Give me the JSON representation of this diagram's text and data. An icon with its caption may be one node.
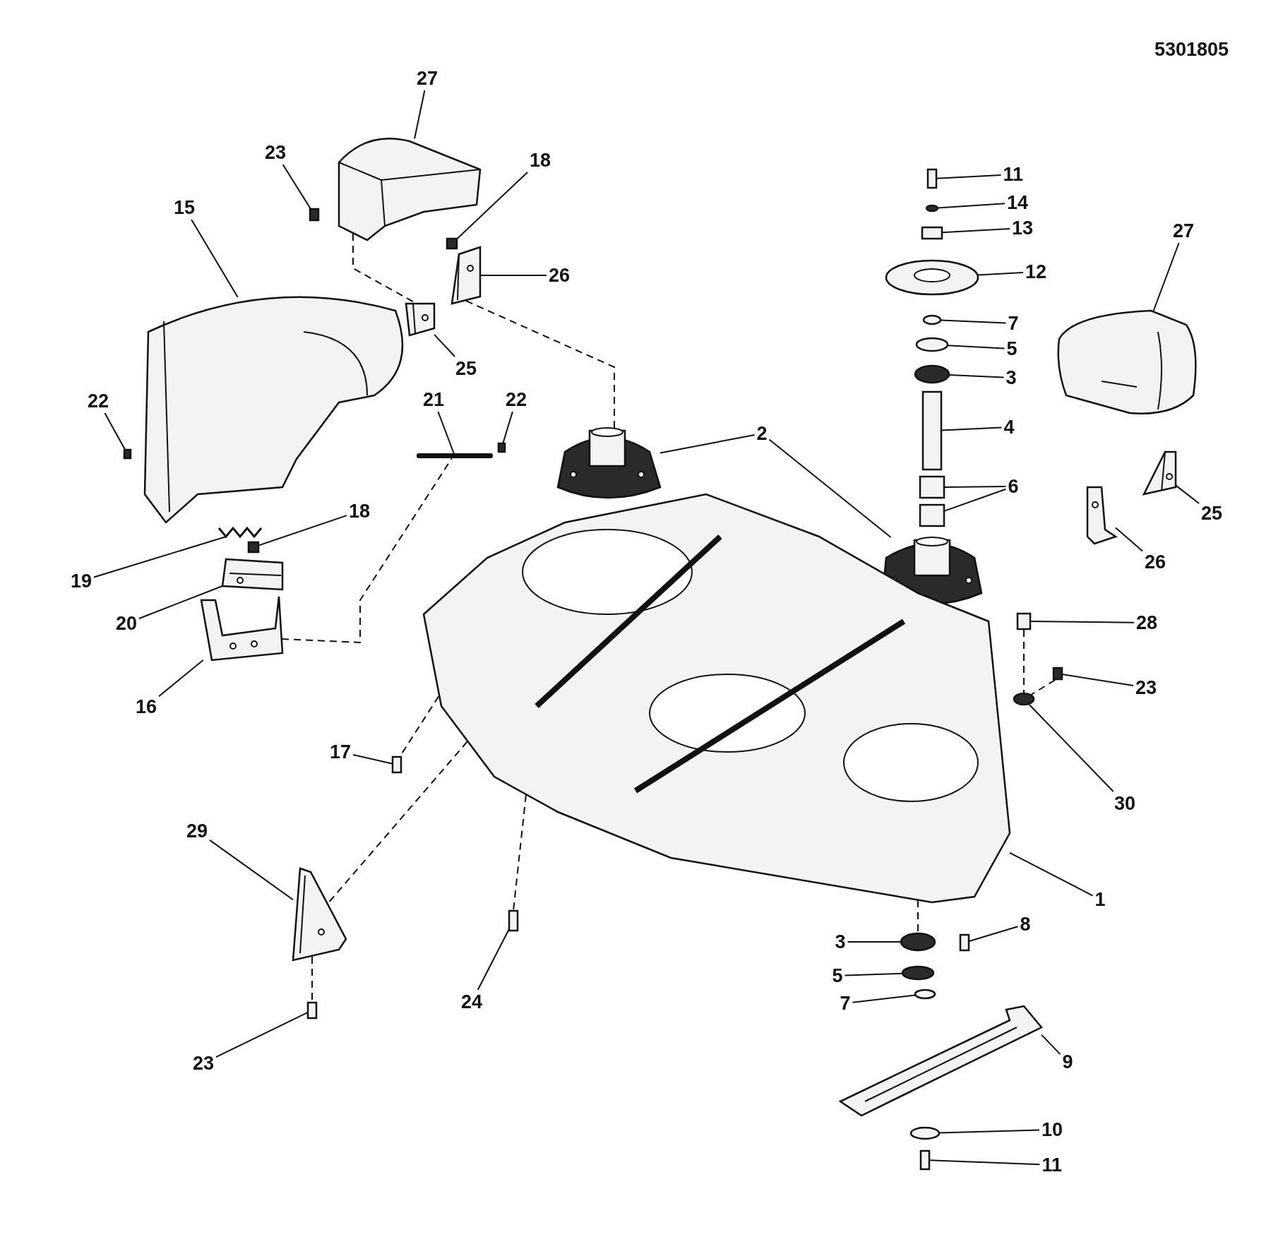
{
  "diagram": {
    "nodes": [
      {
        "text": [
          "27"
        ]
      },
      {
        "text": [
          "23"
        ]
      },
      {
        "text": [
          "18"
        ]
      },
      {
        "text": [
          "11"
        ]
      },
      {
        "text": [
          "14"
        ]
      },
      {
        "text": [
          "15"
        ]
      },
      {
        "text": [
          "13"
        ]
      },
      {
        "text": [
          "27"
        ]
      },
      {
        "text": [
          "12"
        ]
      },
      {
        "text": [
          "26"
        ]
      },
      {
        "text": [
          "7"
        ]
      },
      {
        "text": [
          "5"
        ]
      },
      {
        "text": [
          "25"
        ]
      },
      {
        "text": [
          "3"
        ]
      },
      {
        "text": [
          "22"
        ]
      },
      {
        "text": [
          "21"
        ]
      },
      {
        "text": [
          "22"
        ]
      },
      {
        "text": [
          "4"
        ]
      },
      {
        "text": [
          "2"
        ]
      },
      {
        "text": [
          "6"
        ]
      },
      {
        "text": [
          "18"
        ]
      },
      {
        "text": [
          "25"
        ]
      },
      {
        "text": [
          "26"
        ]
      },
      {
        "text": [
          "19"
        ]
      },
      {
        "text": [
          "28"
        ]
      },
      {
        "text": [
          "20"
        ]
      },
      {
        "text": [
          "23"
        ]
      },
      {
        "text": [
          "16"
        ]
      },
      {
        "text": [
          "17"
        ]
      },
      {
        "text": [
          "30"
        ]
      },
      {
        "text": [
          "29"
        ]
      },
      {
        "text": [
          "1"
        ]
      },
      {
        "text": [
          "8"
        ]
      },
      {
        "text": [
          "3"
        ]
      },
      {
        "text": [
          "5"
        ]
      },
      {
        "text": [
          "24"
        ]
      },
      {
        "text": [
          "7"
        ]
      },
      {
        "text": [
          "9"
        ]
      },
      {
        "text": [
          "23"
        ]
      },
      {
        "text": [
          "10"
        ]
      },
      {
        "text": [
          "11"
        ]
      },
      {
        "text": [],
        "shape": "picture"
      },
      {
        "text": [],
        "shape": "box"
      },
      {
        "text": [],
        "shape": "box"
      },
      {
        "text": [],
        "shape": "box"
      },
      {
        "text": [],
        "shape": "circle"
      },
      {
        "text": [],
        "shape": "picture"
      },
      {
        "text": [],
        "shape": "box"
      },
      {
        "text": [],
        "shape": "picture"
      },
      {
        "text": [],
        "shape": "picture"
      },
      {
        "text": [],
        "shape": "picture"
      },
      {
        "text": [],
        "shape": "circle"
      },
      {
        "text": [],
        "shape": "circle"
      },
      {
        "text": [],
        "shape": "picture"
      },
      {
        "text": [],
        "shape": "circle"
      },
      {
        "text": [],
        "shape": "box"
      },
      {
        "text": [],
        "shape": "bar"
      },
      {
        "text": [],
        "shape": "box"
      },
      {
        "text": [],
        "shape": "box"
      },
      {
        "text": [],
        "shape": "picture"
      },
      {
        "text": [],
        "shape": "picture"
      },
      {
        "text": [],
        "shape": "box"
      },
      {
        "text": [],
        "shape": "box"
      },
      {
        "text": [],
        "shape": "box"
      },
      {
        "text": [],
        "shape": "picture"
      },
      {
        "text": [],
        "shape": "picture"
      },
      {
        "text": [],
        "shape": "picture"
      },
      {
        "text": [],
        "shape": "box"
      },
      {
        "text": [],
        "shape": "picture"
      },
      {
        "text": [],
        "shape": "box"
      },
      {
        "text": [],
        "shape": "picture"
      },
      {
        "text": [],
        "shape": "box"
      },
      {
        "text": [],
        "shape": "circle"
      },
      {
        "text": [],
        "shape": "picture"
      },
      {
        "text": [],
        "shape": "picture"
      },
      {
        "text": [],
        "shape": "box"
      },
      {
        "text": [],
        "shape": "circle"
      },
      {
        "text": [],
        "shape": "circle"
      },
      {
        "text": [],
        "shape": "box"
      },
      {
        "text": [],
        "shape": "circle"
      },
      {
        "text": [],
        "shape": "picture"
      },
      {
        "text": [],
        "shape": "box"
      },
      {
        "text": [],
        "shape": "circle"
      },
      {
        "text": [],
        "shape": "box"
      }
    ],
    "edges": [
      {
        "from": 0,
        "to": 41,
        "arrow": "none"
      },
      {
        "from": 1,
        "to": 42,
        "arrow": "none"
      },
      {
        "from": 2,
        "to": 43,
        "arrow": "none"
      },
      {
        "from": 3,
        "to": 44,
        "arrow": "none"
      },
      {
        "from": 4,
        "to": 45,
        "arrow": "none"
      },
      {
        "from": 5,
        "to": 46,
        "arrow": "none"
      },
      {
        "from": 6,
        "to": 47,
        "arrow": "none"
      },
      {
        "from": 7,
        "to": 48,
        "arrow": "none"
      },
      {
        "from": 8,
        "to": 49,
        "arrow": "none"
      },
      {
        "from": 9,
        "to": 50,
        "arrow": "none"
      },
      {
        "from": 10,
        "to": 51,
        "arrow": "none"
      },
      {
        "from": 11,
        "to": 52,
        "arrow": "none"
      },
      {
        "from": 12,
        "to": 53,
        "arrow": "none"
      },
      {
        "from": 13,
        "to": 54,
        "arrow": "none"
      },
      {
        "from": 14,
        "to": 55,
        "arrow": "none"
      },
      {
        "from": 15,
        "to": 56,
        "arrow": "none"
      },
      {
        "from": 16,
        "to": 57,
        "arrow": "none"
      },
      {
        "from": 17,
        "to": 58,
        "arrow": "none"
      },
      {
        "from": 18,
        "to": 59,
        "arrow": "none"
      },
      {
        "from": 18,
        "to": 60,
        "arrow": "none"
      },
      {
        "from": 19,
        "to": 61,
        "arrow": "none"
      },
      {
        "from": 19,
        "to": 62,
        "arrow": "none"
      },
      {
        "from": 20,
        "to": 63,
        "arrow": "none"
      },
      {
        "from": 21,
        "to": 64,
        "arrow": "none"
      },
      {
        "from": 22,
        "to": 65,
        "arrow": "none"
      },
      {
        "from": 23,
        "to": 66,
        "arrow": "none"
      },
      {
        "from": 24,
        "to": 67,
        "arrow": "none"
      },
      {
        "from": 25,
        "to": 68,
        "arrow": "none"
      },
      {
        "from": 26,
        "to": 69,
        "arrow": "none"
      },
      {
        "from": 27,
        "to": 70,
        "arrow": "none"
      },
      {
        "from": 28,
        "to": 71,
        "arrow": "none"
      },
      {
        "from": 29,
        "to": 72,
        "arrow": "none"
      },
      {
        "from": 30,
        "to": 73,
        "arrow": "none"
      },
      {
        "from": 31,
        "to": 74,
        "arrow": "none"
      },
      {
        "from": 32,
        "to": 75,
        "arrow": "none"
      },
      {
        "from": 33,
        "to": 76,
        "arrow": "none"
      },
      {
        "from": 34,
        "to": 77,
        "arrow": "none"
      },
      {
        "from": 35,
        "to": 78,
        "arrow": "none"
      },
      {
        "from": 36,
        "to": 79,
        "arrow": "none"
      },
      {
        "from": 37,
        "to": 80,
        "arrow": "none"
      },
      {
        "from": 38,
        "to": 81,
        "arrow": "none"
      },
      {
        "from": 39,
        "to": 82,
        "arrow": "none"
      },
      {
        "from": 40,
        "to": 83,
        "arrow": "none"
      },
      {
        "from": 67,
        "to": 72,
        "arrow": "none",
        "style": "dashed"
      },
      {
        "from": 69,
        "to": 72,
        "arrow": "none",
        "style": "dashed"
      },
      {
        "from": 73,
        "to": 81,
        "arrow": "none",
        "style": "dashed"
      },
      {
        "from": 74,
        "to": 76,
        "arrow": "none",
        "style": "dashed"
      },
      {
        "from": 74,
        "to": 78,
        "arrow": "none",
        "style": "dashed"
      },
      {
        "from": 74,
        "to": 73,
        "arrow": "none",
        "style": "dashed"
      },
      {
        "from": 74,
        "to": 71,
        "arrow": "none",
        "style": "dashed"
      },
      {
        "from": 50,
        "to": 59,
        "arrow": "none",
        "style": "dashed"
      },
      {
        "from": 41,
        "to": 53,
        "arrow": "none",
        "style": "dashed"
      },
      {
        "from": 70,
        "to": 56,
        "arrow": "none",
        "style": "dashed"
      }
    ],
    "labels": [
      "5301805"
    ]
  }
}
